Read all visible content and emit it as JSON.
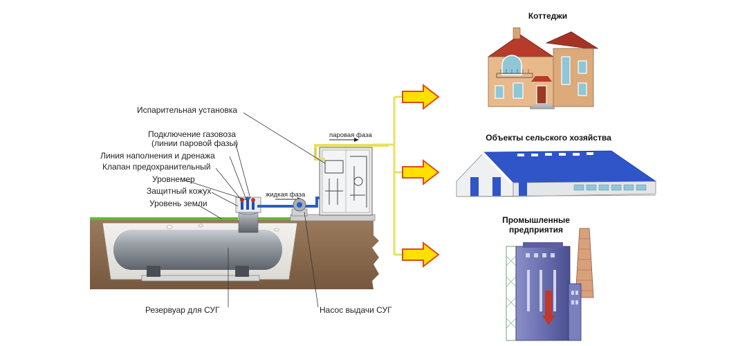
{
  "labels": {
    "evaporator": "Испарительная установка",
    "tanker_line_1": "Подключение газовоза",
    "tanker_line_2": "(линии паровой фазы)",
    "fill_drain": "Линия наполнения и дренажа",
    "safety_valve": "Клапан предохранительный",
    "level_gauge": "Уровнемер",
    "protective_cover": "Защитный кожух",
    "ground_level": "Уровень земли",
    "vapor_phase": "паровая фаза",
    "liquid_phase": "жидкая фаза",
    "reservoir": "Резервуар для СУГ",
    "pump": "Насос выдачи СУГ"
  },
  "consumers": {
    "cottages": "Коттеджи",
    "agriculture": "Объекты сельского хозяйства",
    "industrial_1": "Промышленные",
    "industrial_2": "предприятия"
  },
  "colors": {
    "soil": "#8b6b4e",
    "grass": "#5fb83a",
    "tank": "#8f959c",
    "pipe_blue": "#2a5fbf",
    "pipe_yellow": "#e8e060",
    "arrow_fill": "#ffe000",
    "arrow_stroke": "#e04a1a",
    "barn_roof": "#2f55c8",
    "house_wall": "#e8b98a",
    "house_roof": "#b83a2a"
  }
}
